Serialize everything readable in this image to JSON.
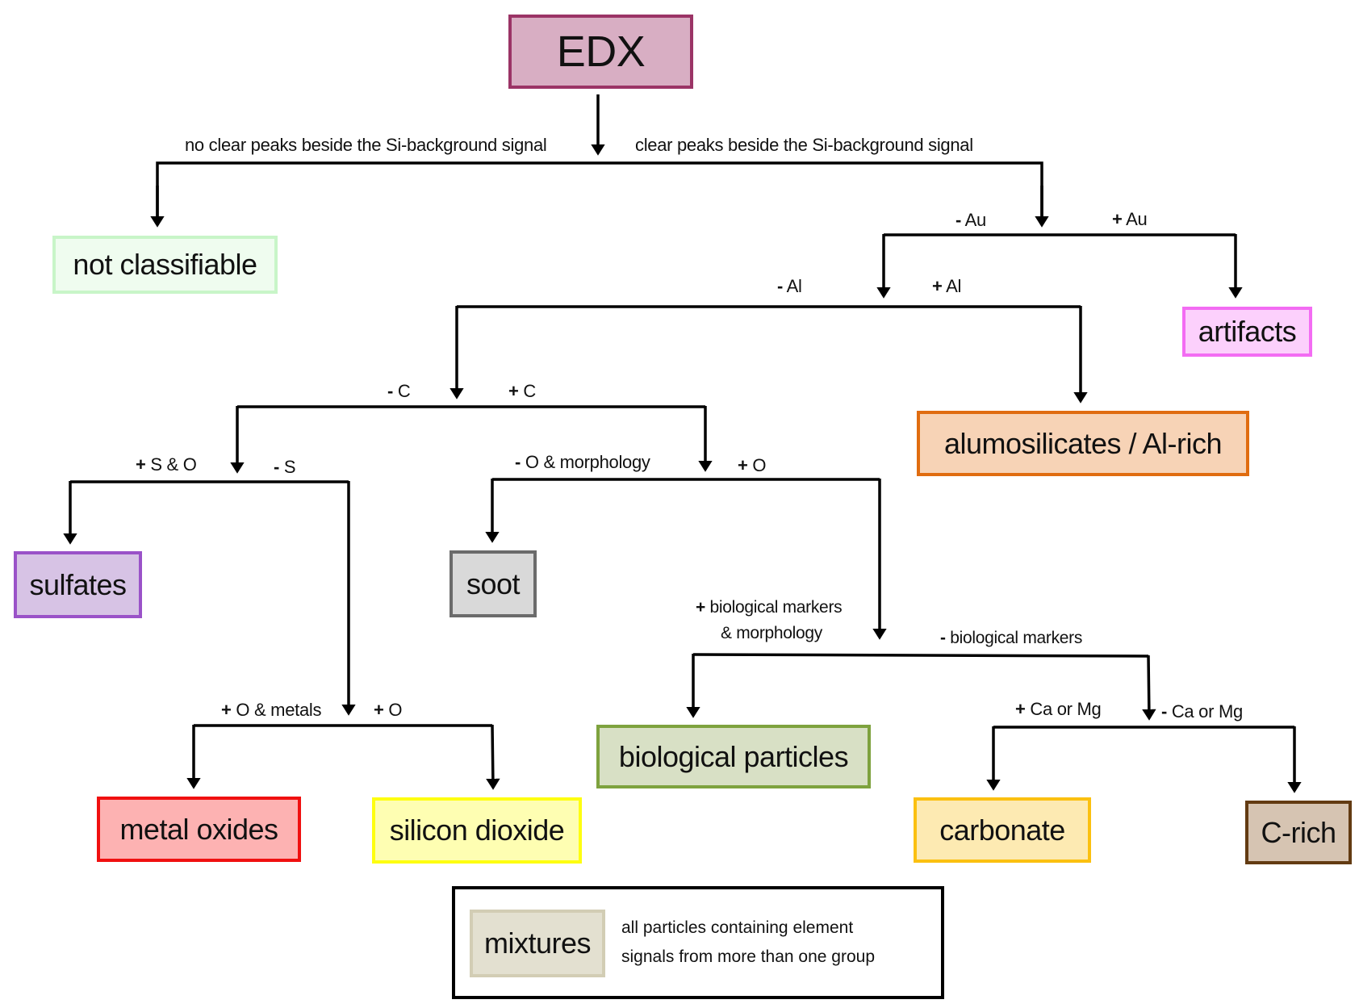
{
  "root": {
    "label": "EDX",
    "fill": "#d8aec3",
    "border": "#9b3466"
  },
  "nodes": {
    "not_classifiable": {
      "label": "not classifiable",
      "fill": "#effcef",
      "border": "#c8f5c8"
    },
    "artifacts": {
      "label": "artifacts",
      "fill": "#fcd0fc",
      "border": "#f36cf3"
    },
    "alumosilicates": {
      "label": "alumosilicates / Al-rich",
      "fill": "#f7d3b6",
      "border": "#e06c10"
    },
    "sulfates": {
      "label": "sulfates",
      "fill": "#d7c3e5",
      "border": "#9a52c8"
    },
    "soot": {
      "label": "soot",
      "fill": "#d9d9d9",
      "border": "#6b6b6b"
    },
    "metal_oxides": {
      "label": "metal oxides",
      "fill": "#fdb2b2",
      "border": "#f01010"
    },
    "silicon_dioxide": {
      "label": "silicon dioxide",
      "fill": "#fefeb2",
      "border": "#fefe10"
    },
    "biological_particles": {
      "label": "biological particles",
      "fill": "#d8e0c5",
      "border": "#7ea23e"
    },
    "carbonate": {
      "label": "carbonate",
      "fill": "#fdeab2",
      "border": "#fbc010"
    },
    "c_rich": {
      "label": "C-rich",
      "fill": "#d6c4b2",
      "border": "#633b12"
    }
  },
  "edges": {
    "no_peaks": "no clear peaks beside the Si-background signal",
    "clear_peaks": "clear peaks beside the Si-background signal",
    "minus_au": {
      "sign": "-",
      "text": " Au"
    },
    "plus_au": {
      "sign": "+",
      "text": " Au"
    },
    "minus_al": {
      "sign": "-",
      "text": " Al"
    },
    "plus_al": {
      "sign": "+",
      "text": " Al"
    },
    "minus_c": {
      "sign": "-",
      "text": " C"
    },
    "plus_c": {
      "sign": "+",
      "text": " C"
    },
    "plus_s_o": {
      "sign": "+",
      "text": " S & O"
    },
    "minus_s": {
      "sign": "-",
      "text": " S"
    },
    "minus_o_morph": {
      "sign": "-",
      "text": " O &  morphology"
    },
    "plus_o_c": {
      "sign": "+",
      "text": " O"
    },
    "plus_o_metals": {
      "sign": "+",
      "text": " O & metals"
    },
    "plus_o_si": {
      "sign": "+",
      "text": " O"
    },
    "plus_bio_1": {
      "sign": "+",
      "text": " biological markers"
    },
    "plus_bio_2": "& morphology",
    "minus_bio": {
      "sign": "-",
      "text": " biological markers"
    },
    "plus_ca_mg": {
      "sign": "+",
      "text": " Ca or Mg"
    },
    "minus_ca_mg": {
      "sign": "-",
      "text": " Ca or Mg"
    }
  },
  "legend": {
    "label": "mixtures",
    "fill": "#e3e0d0",
    "border": "#d2cdb4",
    "description_line1": "all particles containing element",
    "description_line2": "signals from more than one group"
  }
}
